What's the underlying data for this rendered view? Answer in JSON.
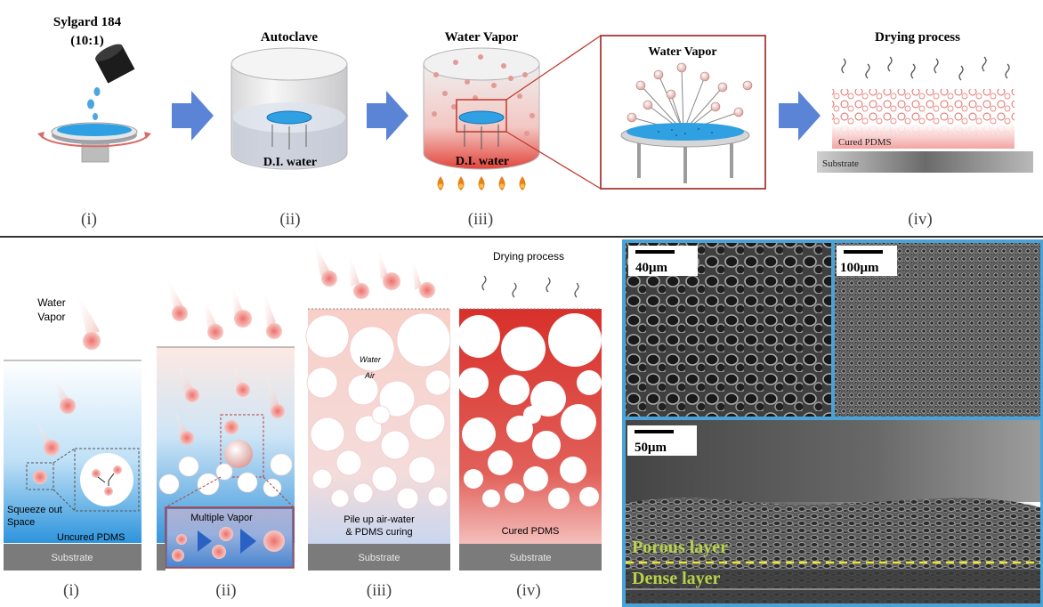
{
  "top": {
    "step1_title_line1": "Sylgard  184",
    "step1_title_line2": "(10:1)",
    "step2_title": "Autoclave",
    "step2_water": "D.I. water",
    "step3_title": "Water  Vapor",
    "step3_water": "D.I. water",
    "zoom_title": "Water  Vapor",
    "step4_title": "Drying  process",
    "cured_label": "Cured PDMS",
    "substrate_label": "Substrate",
    "roman": [
      "(i)",
      "(ii)",
      "(iii)",
      "(iv)"
    ]
  },
  "bottom": {
    "panel1_water_vapor_line1": "Water",
    "panel1_water_vapor_line2": "Vapor",
    "squeeze_line1": "Squeeze out",
    "squeeze_line2": "Space",
    "uncured": "Uncured PDMS",
    "substrate": "Substrate",
    "multiple_vapor": "Multiple Vapor",
    "water_label": "Water",
    "air_label": "Air",
    "pile_line1": "Pile up air-water",
    "pile_line2": "& PDMS curing",
    "drying": "Drying   process",
    "cured": "Cured PDMS",
    "roman": [
      "(i)",
      "(ii)",
      "(iii)",
      "(iv)"
    ]
  },
  "sem": {
    "scale1": "40μm",
    "scale2": "100μm",
    "scale3": "50μm",
    "porous": "Porous layer",
    "dense": "Dense layer"
  },
  "colors": {
    "arrow": "#5b84d6",
    "pdms_blue": "#2d8fd8",
    "cured_red": "#d8302a",
    "substrate": "#7b7b7b",
    "sem_frame": "#4aa3d6",
    "layer_label": "#b6d34a",
    "divider_line": "#e8e83a"
  }
}
